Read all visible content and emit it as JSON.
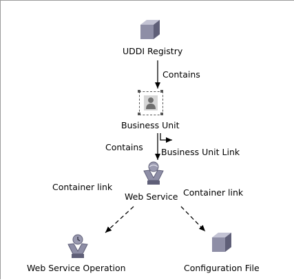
{
  "diagram": {
    "nodes": [
      {
        "id": "uddi",
        "label": "UDDI Registry",
        "icon": "cube-icon"
      },
      {
        "id": "bu",
        "label": "Business Unit",
        "icon": "business-unit-person-icon",
        "selected": true
      },
      {
        "id": "ws",
        "label": "Web Service",
        "icon": "web-service-icon"
      },
      {
        "id": "wso",
        "label": "Web Service Operation",
        "icon": "web-service-operation-icon"
      },
      {
        "id": "cf",
        "label": "Configuration File",
        "icon": "cube-icon"
      }
    ],
    "edges": [
      {
        "id": "e1",
        "from": "uddi",
        "to": "bu",
        "label": "Contains",
        "style": "solid"
      },
      {
        "id": "e2",
        "from": "bu",
        "to": "ws",
        "label": "Contains",
        "style": "solid"
      },
      {
        "id": "e3",
        "from": "bu",
        "to": "bu",
        "label": "Business Unit Link",
        "style": "solid"
      },
      {
        "id": "e4",
        "from": "ws",
        "to": "wso",
        "label": "Container link",
        "style": "dashed"
      },
      {
        "id": "e5",
        "from": "ws",
        "to": "cf",
        "label": "Container link",
        "style": "dashed"
      }
    ]
  },
  "colors": {
    "cube_front": "#8e8ea6",
    "cube_top": "#c3c3d4",
    "cube_side": "#5f5f78",
    "selection": "#555555",
    "edge": "#000000"
  }
}
